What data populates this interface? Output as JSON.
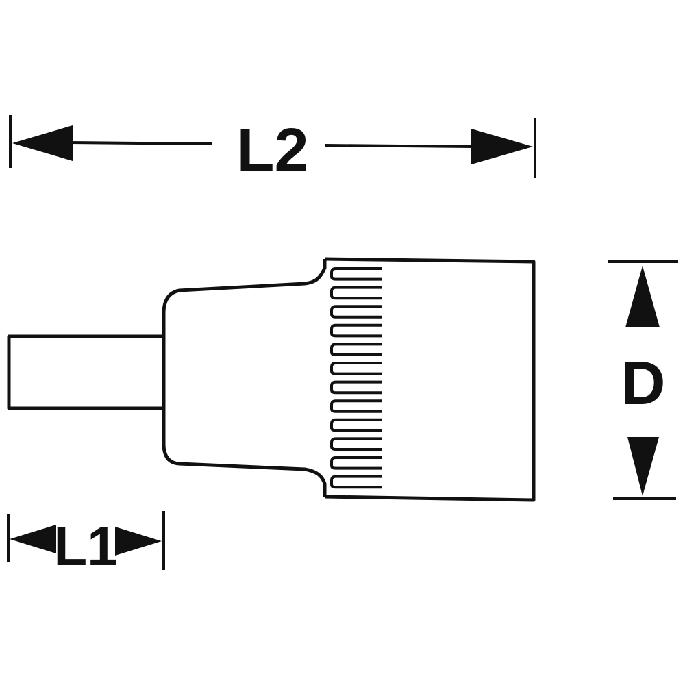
{
  "dimensions": {
    "overall_length_label": "L2",
    "drive_length_label": "L1",
    "diameter_label": "D"
  },
  "colors": {
    "line": "#111111",
    "background": "#ffffff"
  }
}
